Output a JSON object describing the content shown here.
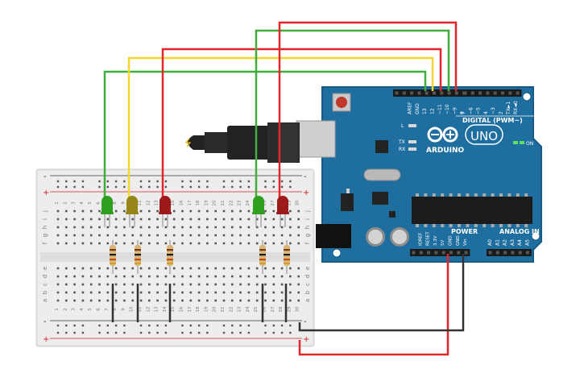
{
  "breadboard": {
    "rail_plus": "+",
    "rail_minus": "-",
    "row_letters_top": [
      "j",
      "i",
      "h",
      "g",
      "f"
    ],
    "row_letters_bottom": [
      "e",
      "d",
      "c",
      "b",
      "a"
    ],
    "column_numbers": [
      "1",
      "2",
      "3",
      "4",
      "5",
      "6",
      "7",
      "8",
      "9",
      "10",
      "11",
      "12",
      "13",
      "14",
      "15",
      "16",
      "17",
      "18",
      "19",
      "20",
      "21",
      "22",
      "23",
      "24",
      "25",
      "26",
      "27",
      "28",
      "29",
      "30"
    ]
  },
  "arduino": {
    "logo_text": "ARDUINO",
    "model": "UNO",
    "digital_label": "DIGITAL (PWM~)",
    "power_label": "POWER",
    "analog_label": "ANALOG IN",
    "on_label": "ON",
    "led_l_label": "L",
    "tx_label": "TX",
    "rx_label": "RX",
    "digital_pins": [
      "AREF",
      "GND",
      "13",
      "12",
      "~11",
      "~10",
      "~9",
      "8",
      "7",
      "~6",
      "~5",
      "4",
      "~3",
      "2",
      "TX►1",
      "RX◄0"
    ],
    "power_pins": [
      "IOREF",
      "RESET",
      "3.3V",
      "5V",
      "GND",
      "GND",
      "Vin"
    ],
    "analog_pins": [
      "A0",
      "A1",
      "A2",
      "A3",
      "A4",
      "A5"
    ]
  },
  "components": {
    "leds": [
      {
        "color": "#2ea01e",
        "wire": "#3fae3a",
        "pin": "12"
      },
      {
        "color": "#968517",
        "wire": "#f3d631",
        "pin": "11"
      },
      {
        "color": "#9e1a1a",
        "wire": "#e3262a",
        "pin": "10"
      },
      {
        "color": "#2ea01e",
        "wire": "#3fae3a",
        "pin": "9"
      },
      {
        "color": "#9e1a1a",
        "wire": "#e3262a",
        "pin": "8"
      }
    ]
  },
  "colors": {
    "board": "#1f6ea0",
    "board_edge": "#175a86",
    "wire_5v": "#e3262a",
    "wire_gnd": "#333333"
  }
}
